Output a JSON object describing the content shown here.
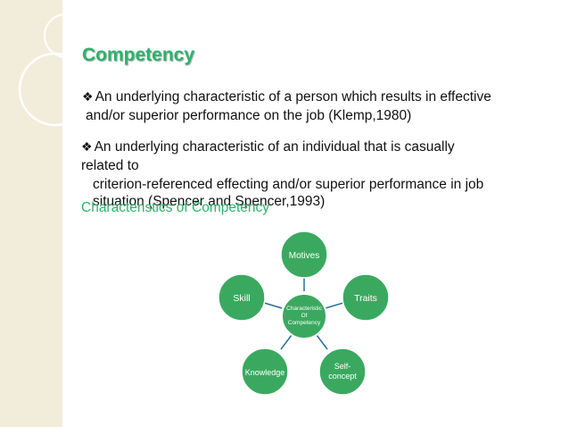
{
  "slide": {
    "title": "Competency",
    "bullets": [
      {
        "symbol": "❖",
        "lines": [
          "An underlying characteristic of a person which results in effective",
          "and/or superior performance on the job (Klemp,1980)"
        ]
      },
      {
        "symbol": "❖",
        "lines": [
          "An underlying characteristic of  an individual that is casually",
          "related to",
          "criterion-referenced effecting and/or superior performance in job",
          "situation (Spencer and Spencer,1993)"
        ]
      }
    ],
    "subtitle": "Characteristics of Competency"
  },
  "diagram": {
    "center": [
      "Characteristic",
      "Of",
      "Competency"
    ],
    "nodes": [
      {
        "label": [
          "Motives"
        ]
      },
      {
        "label": [
          "Traits"
        ]
      },
      {
        "label": [
          "Self-",
          "concept"
        ]
      },
      {
        "label": [
          "Knowledge"
        ]
      },
      {
        "label": [
          "Skill"
        ]
      }
    ],
    "colors": {
      "node": "#3aa95f",
      "node_edge": "#ffffff",
      "connector": "#2a6aa0",
      "title": "#2bb36b",
      "sidebar": "#f2ecda"
    }
  }
}
